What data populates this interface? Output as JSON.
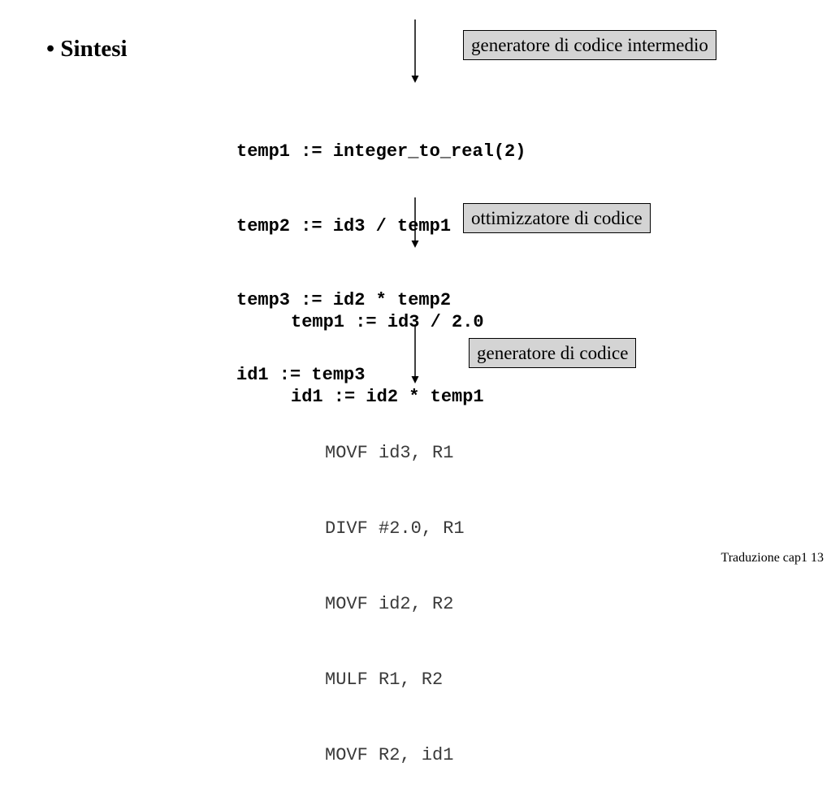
{
  "heading": "• Sintesi",
  "stages": {
    "intermediate_box": "generatore di codice intermedio",
    "optimizer_box": "ottimizzatore di codice",
    "codegen_box": "generatore di codice"
  },
  "code": {
    "intermediate": [
      "temp1 := integer_to_real(2)",
      "temp2 := id3 / temp1",
      "temp3 := id2 * temp2",
      "id1 := temp3"
    ],
    "optimized": [
      "temp1 := id3 / 2.0",
      "id1 := id2 * temp1"
    ],
    "target": [
      "MOVF id3, R1",
      "DIVF #2.0, R1",
      "MOVF id2, R2",
      "MULF R1, R2",
      "MOVF R2, id1"
    ]
  },
  "footer": "Traduzione cap1 13"
}
